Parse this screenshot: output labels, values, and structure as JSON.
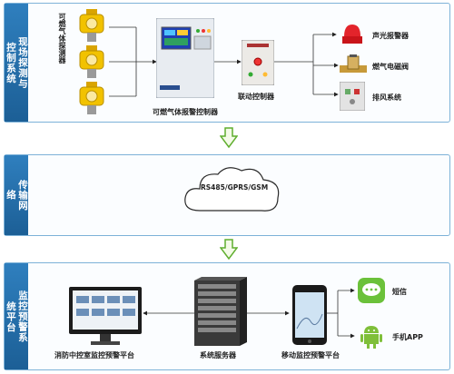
{
  "panels": {
    "top": "现场探测与控制系统",
    "middle": "传输网络",
    "bottom": "监控预警系统平台"
  },
  "top_section": {
    "detector_label": "可燃气体探测器",
    "controller_label": "可燃气体报警控制器",
    "linkage_label": "联动控制器",
    "outputs": [
      "声光报警器",
      "燃气电磁阀",
      "排风系统"
    ]
  },
  "network": {
    "protocols": "RS485/GPRS/GSM"
  },
  "bottom_section": {
    "monitor_label": "消防中控室监控预警平台",
    "server_label": "系统服务器",
    "mobile_label": "移动监控预警平台",
    "sms_label": "短信",
    "app_label": "手机APP"
  }
}
